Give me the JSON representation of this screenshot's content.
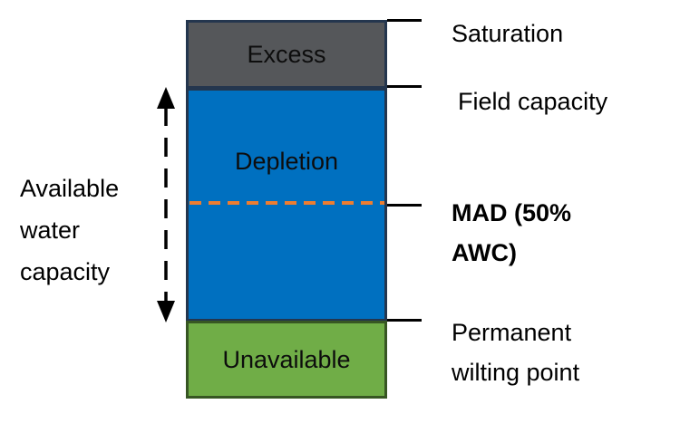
{
  "diagram": {
    "title_semantic": "soil water capacity diagram",
    "bar": {
      "excess_label": "Excess",
      "depletion_label": "Depletion",
      "unavailable_label": "Unavailable"
    },
    "left_annotation": {
      "line1": "Available",
      "line2": "water",
      "line3": "capacity"
    },
    "right_annotations": {
      "saturation": "Saturation",
      "field_capacity": "Field capacity",
      "mad_line1": "MAD (50%",
      "mad_line2": "AWC)",
      "pwp_line1": "Permanent",
      "pwp_line2": "wilting point"
    },
    "colors": {
      "excess_fill": "#55575a",
      "depletion_fill": "#0070c0",
      "unavailable_fill": "#70ad47",
      "bar_border": "#24364e",
      "unavailable_border": "#375623",
      "mad_dashed_line": "#ed7d31",
      "tick_and_text": "#000000",
      "background": "#ffffff"
    }
  }
}
